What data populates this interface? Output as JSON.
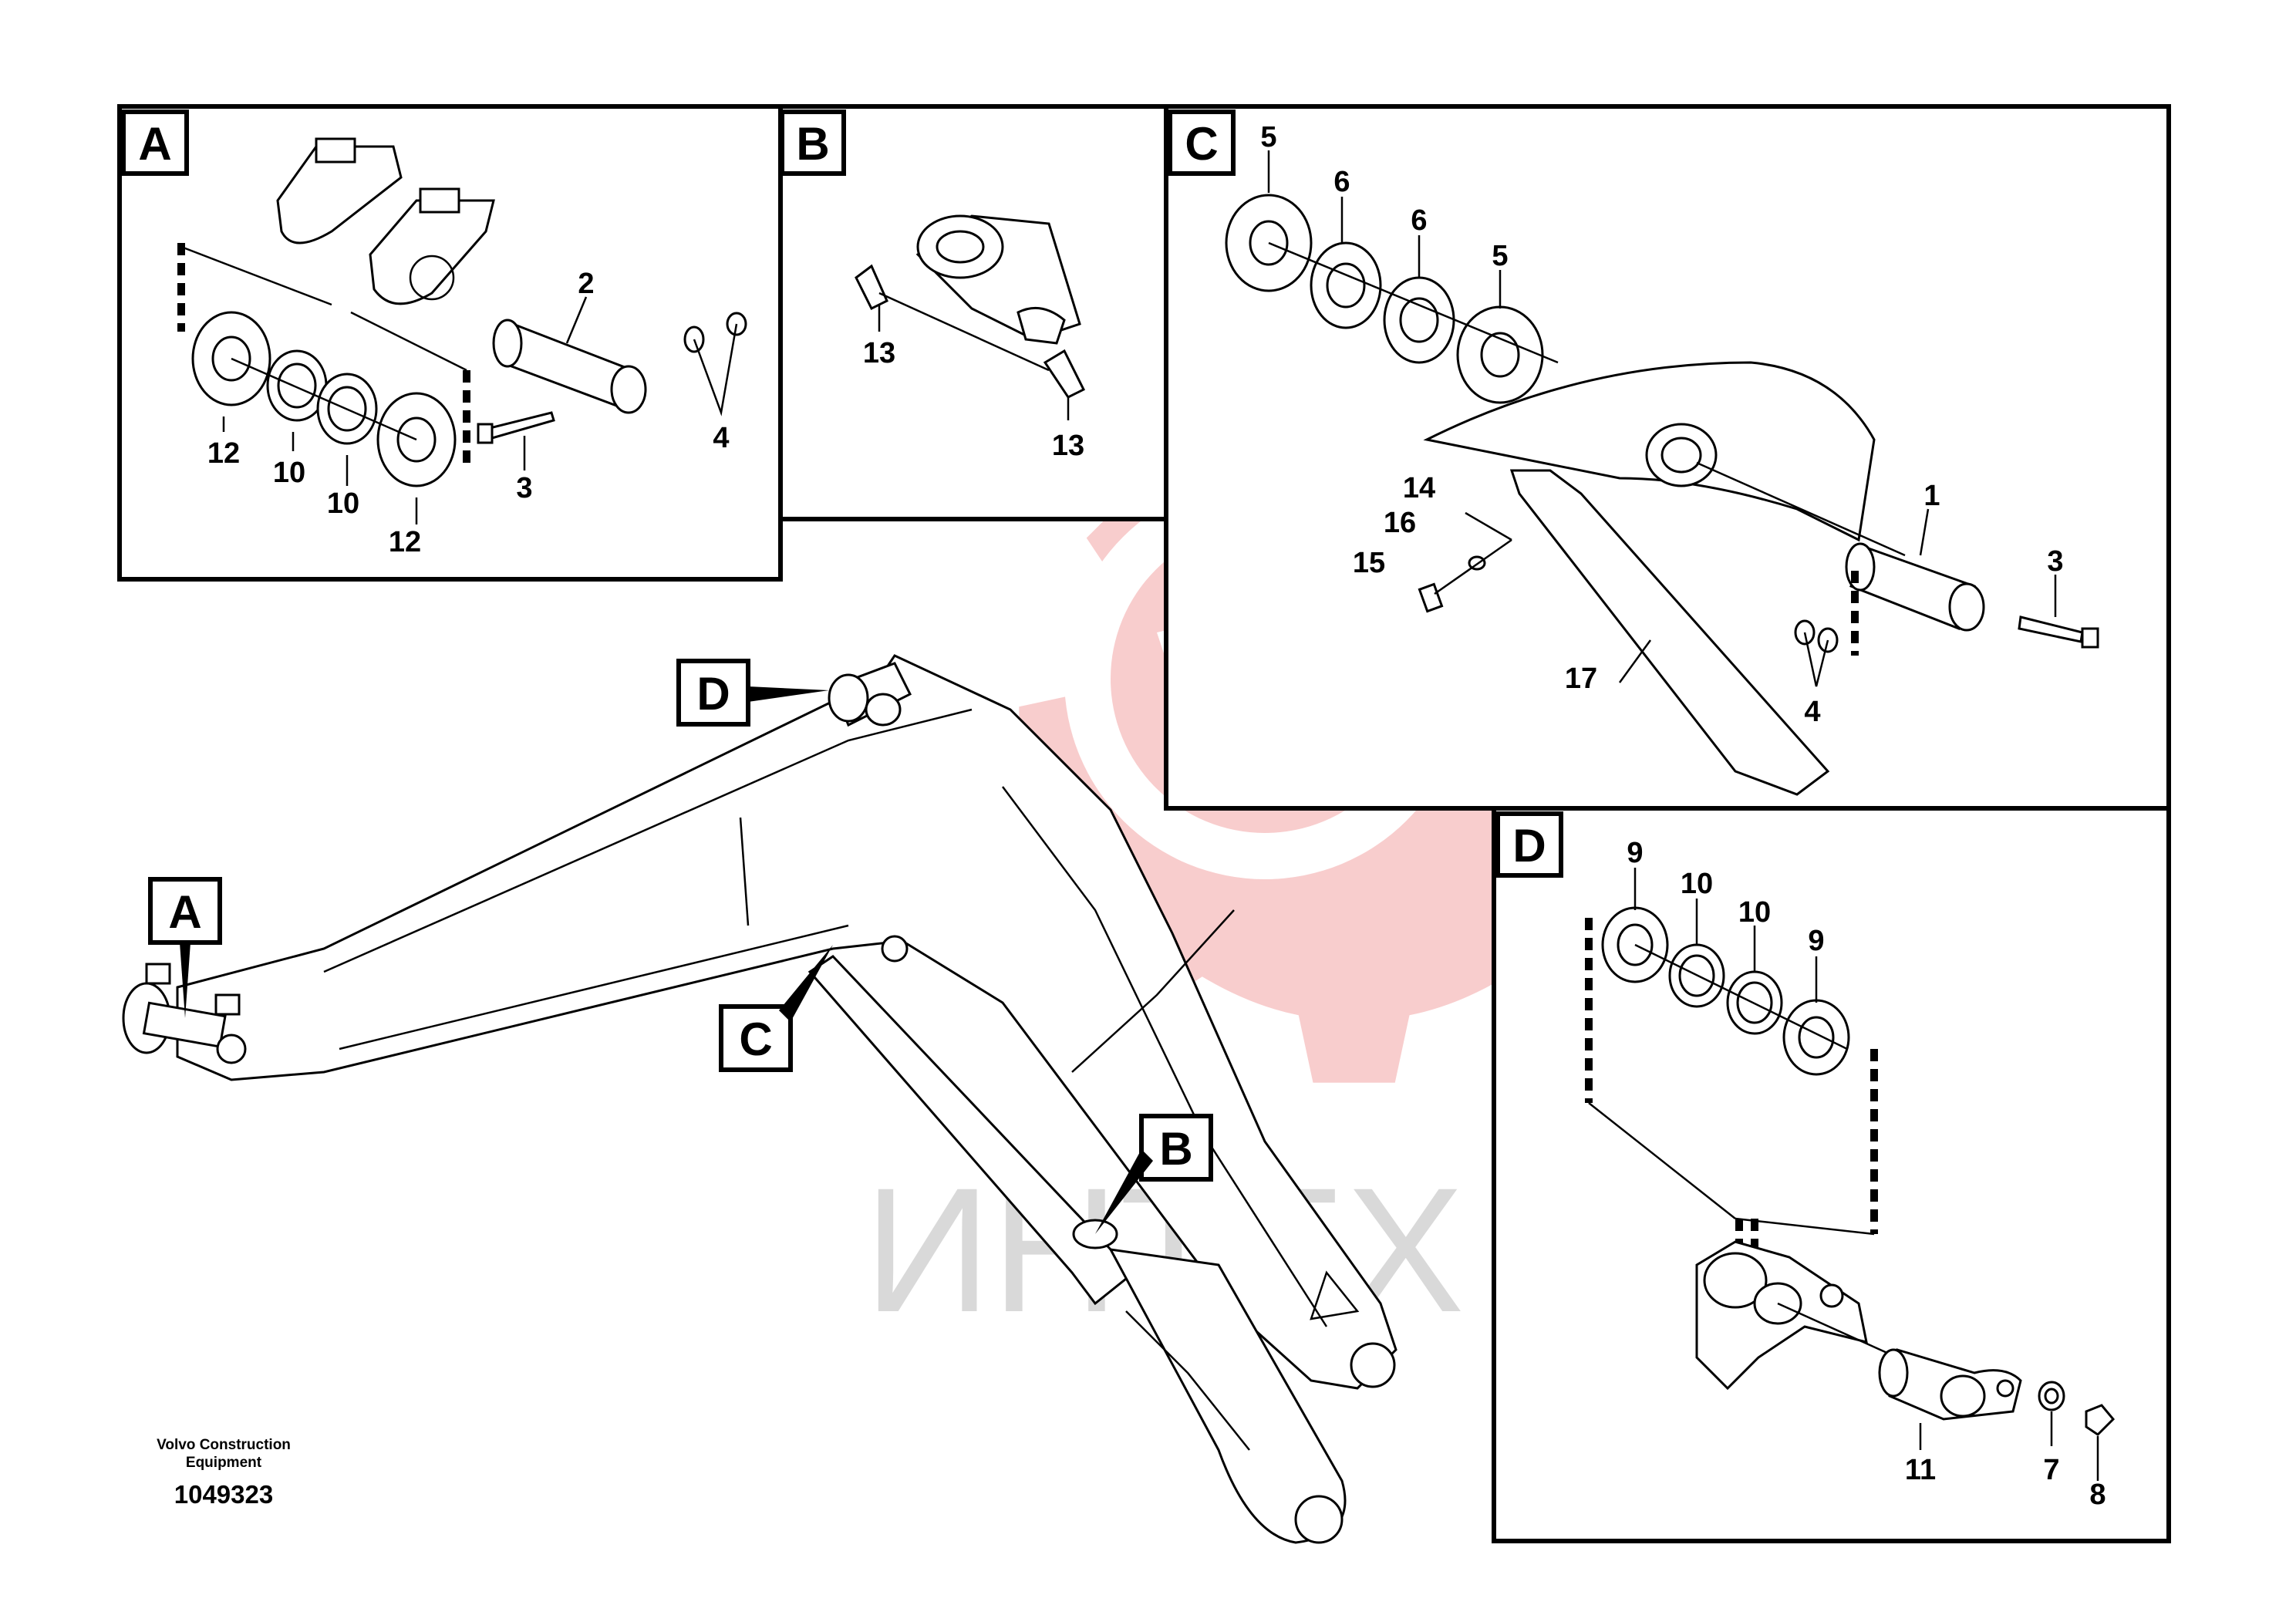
{
  "footer": {
    "manufacturer_line1": "Volvo Construction",
    "manufacturer_line2": "Equipment",
    "drawing_number": "1049323"
  },
  "watermark": {
    "text": "ИНТЕХ",
    "gear_color": "#f8c8c8",
    "text_color": "#d9d9d9"
  },
  "panels": {
    "A": {
      "tag": "A",
      "callouts": [
        "2",
        "4",
        "12",
        "10",
        "3",
        "10",
        "12"
      ]
    },
    "B": {
      "tag": "B",
      "callouts": [
        "13",
        "13"
      ]
    },
    "C": {
      "tag": "C",
      "callouts": [
        "5",
        "6",
        "6",
        "5",
        "14",
        "16",
        "15",
        "1",
        "3",
        "17",
        "4"
      ]
    },
    "D": {
      "tag": "D",
      "callouts": [
        "9",
        "10",
        "10",
        "9",
        "11",
        "7",
        "8"
      ]
    }
  },
  "main_view": {
    "pointers": [
      "D",
      "A",
      "C",
      "B"
    ]
  }
}
